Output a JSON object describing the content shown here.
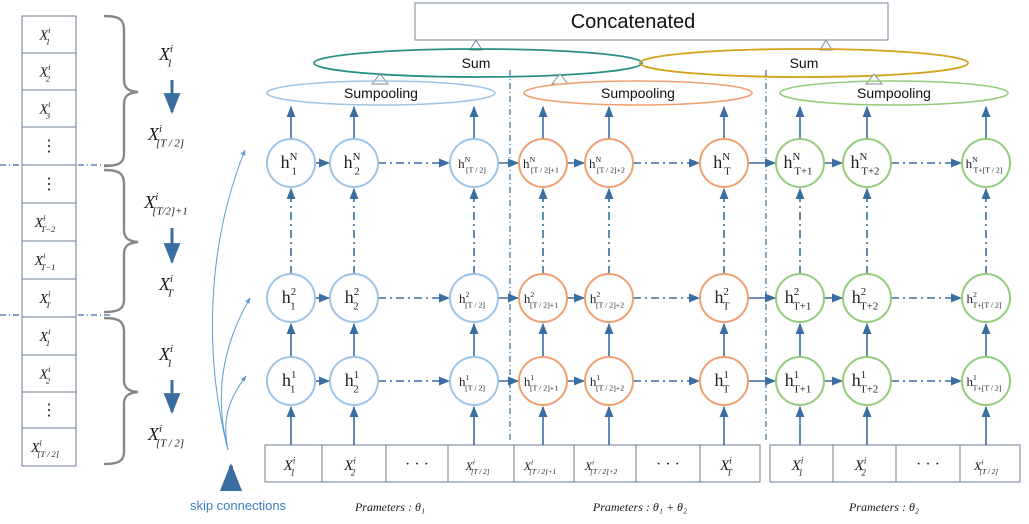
{
  "title": "Concatenated",
  "sum_left": "Sum",
  "sum_right": "Sum",
  "sumpooling": [
    "Sumpooling",
    "Sumpooling",
    "Sumpooling"
  ],
  "skip_label": "skip connections",
  "params": [
    "Prameters : θ₁",
    "Prameters : θ₁ + θ₂",
    "Prameters : θ₂"
  ],
  "ellipsis": "· · ·",
  "colors": {
    "group1": "#9ec5e8",
    "group2": "#f0a070",
    "group3": "#93cc7a",
    "sum_left": "#2a9085",
    "sum_right": "#d4a017",
    "arrow": "#3a6da0",
    "brace": "#888888"
  },
  "left_column": {
    "sequence_cells": [
      {
        "base": "X",
        "sub": "1",
        "sup": "i"
      },
      {
        "base": "X",
        "sub": "2",
        "sup": "i"
      },
      {
        "base": "X",
        "sub": "3",
        "sup": "i"
      },
      {
        "base": "⋮",
        "sub": "",
        "sup": ""
      },
      {
        "base": "⋮",
        "sub": "",
        "sup": ""
      },
      {
        "base": "X",
        "sub": "T−2",
        "sup": "i"
      },
      {
        "base": "X",
        "sub": "T−1",
        "sup": "i"
      },
      {
        "base": "X",
        "sub": "T",
        "sup": "i"
      },
      {
        "base": "X",
        "sub": "1",
        "sup": "i"
      },
      {
        "base": "X",
        "sub": "2",
        "sup": "i"
      },
      {
        "base": "⋮",
        "sub": "",
        "sup": ""
      },
      {
        "base": "X",
        "sub": "[T / 2]",
        "sup": "i"
      }
    ],
    "brace_labels": [
      {
        "top": {
          "base": "X",
          "sub": "1",
          "sup": "i"
        },
        "bottom": {
          "base": "X",
          "sub": "[T / 2]",
          "sup": "i"
        }
      },
      {
        "top": {
          "base": "X",
          "sub": "[T/2]+1",
          "sup": "i"
        },
        "bottom": {
          "base": "X",
          "sub": "T",
          "sup": "i"
        }
      },
      {
        "top": {
          "base": "X",
          "sub": "1",
          "sup": "i"
        },
        "bottom": {
          "base": "X",
          "sub": "[T / 2]",
          "sup": "i"
        }
      }
    ]
  },
  "groups": [
    {
      "inputs": [
        {
          "base": "X",
          "sub": "1",
          "sup": "i"
        },
        {
          "base": "X",
          "sub": "2",
          "sup": "i"
        },
        {
          "base": "X",
          "sub": "[T / 2]",
          "sup": "i"
        }
      ],
      "layers": [
        [
          {
            "base": "h",
            "sub": "1",
            "sup": "N"
          },
          {
            "base": "h",
            "sub": "2",
            "sup": "N"
          },
          {
            "base": "h",
            "sub": "[T / 2]",
            "sup": "N"
          }
        ],
        [
          {
            "base": "h",
            "sub": "1",
            "sup": "2"
          },
          {
            "base": "h",
            "sub": "2",
            "sup": "2"
          },
          {
            "base": "h",
            "sub": "[T / 2]",
            "sup": "2"
          }
        ],
        [
          {
            "base": "h",
            "sub": "1",
            "sup": "1"
          },
          {
            "base": "h",
            "sub": "2",
            "sup": "1"
          },
          {
            "base": "h",
            "sub": "[T / 2]",
            "sup": "1"
          }
        ]
      ]
    },
    {
      "inputs": [
        {
          "base": "X",
          "sub": "[T / 2]+1",
          "sup": "i"
        },
        {
          "base": "X",
          "sub": "[T / 2]+2",
          "sup": "i"
        },
        {
          "base": "X",
          "sub": "T",
          "sup": "i"
        }
      ],
      "layers": [
        [
          {
            "base": "h",
            "sub": "[T / 2]+1",
            "sup": "N"
          },
          {
            "base": "h",
            "sub": "[T / 2]+2",
            "sup": "N"
          },
          {
            "base": "h",
            "sub": "T",
            "sup": "N"
          }
        ],
        [
          {
            "base": "h",
            "sub": "[T / 2]+1",
            "sup": "2"
          },
          {
            "base": "h",
            "sub": "[T / 2]+2",
            "sup": "2"
          },
          {
            "base": "h",
            "sub": "T",
            "sup": "2"
          }
        ],
        [
          {
            "base": "h",
            "sub": "[T / 2]+1",
            "sup": "1"
          },
          {
            "base": "h",
            "sub": "[T / 2]+2",
            "sup": "1"
          },
          {
            "base": "h",
            "sub": "T",
            "sup": "1"
          }
        ]
      ]
    },
    {
      "inputs": [
        {
          "base": "X",
          "sub": "1",
          "sup": "i"
        },
        {
          "base": "X",
          "sub": "2",
          "sup": "i"
        },
        {
          "base": "X",
          "sub": "[T / 2]",
          "sup": "i"
        }
      ],
      "layers": [
        [
          {
            "base": "h",
            "sub": "T+1",
            "sup": "N"
          },
          {
            "base": "h",
            "sub": "T+2",
            "sup": "N"
          },
          {
            "base": "h",
            "sub": "T+[T / 2]",
            "sup": "N"
          }
        ],
        [
          {
            "base": "h",
            "sub": "T+1",
            "sup": "2"
          },
          {
            "base": "h",
            "sub": "T+2",
            "sup": "2"
          },
          {
            "base": "h",
            "sub": "T+[T / 2]",
            "sup": "2"
          }
        ],
        [
          {
            "base": "h",
            "sub": "T+1",
            "sup": "1"
          },
          {
            "base": "h",
            "sub": "T+2",
            "sup": "1"
          },
          {
            "base": "h",
            "sub": "T+[T / 2]",
            "sup": "1"
          }
        ]
      ]
    }
  ]
}
